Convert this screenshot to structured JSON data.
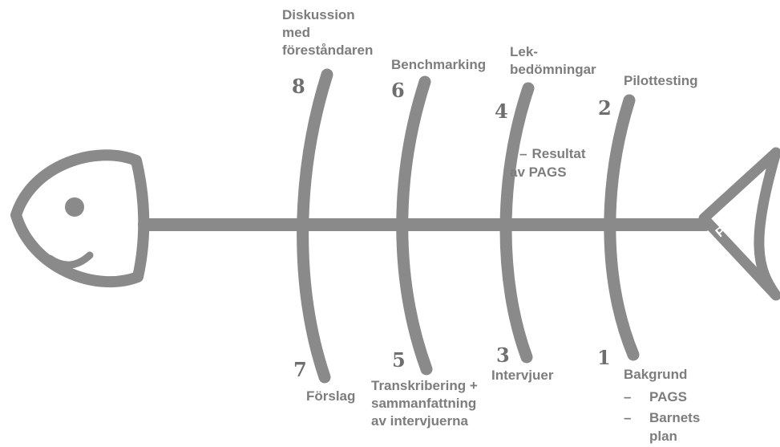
{
  "steps": [
    {
      "number": "1",
      "label": "Bakgrund"
    },
    {
      "number": "2",
      "label": "Pilottesting"
    },
    {
      "number": "3",
      "label": "Intervjuer"
    },
    {
      "number": "4",
      "label_lines": [
        "Lek-",
        "bedömningar"
      ]
    },
    {
      "number": "5",
      "label_lines": [
        "Transkribering +",
        "sammanfattning",
        "av intervjuerna"
      ]
    },
    {
      "number": "6",
      "label": "Benchmarking"
    },
    {
      "number": "7",
      "label": "Förslag"
    },
    {
      "number": "8",
      "label_lines": [
        "Diskussion",
        "med",
        "föreståndaren"
      ]
    }
  ],
  "step1_sub": [
    {
      "dash": "–",
      "text": "PAGS"
    },
    {
      "dash": "–",
      "text": "Barnets"
    },
    {
      "dash": "",
      "text": "plan"
    }
  ],
  "step4_sub": {
    "dash": "–",
    "lines": [
      "Resultat",
      "av PAGS"
    ]
  },
  "tail_label": "PAGS",
  "colors": {
    "fish": "#8a8a8a",
    "text": "#7d7d7d"
  }
}
